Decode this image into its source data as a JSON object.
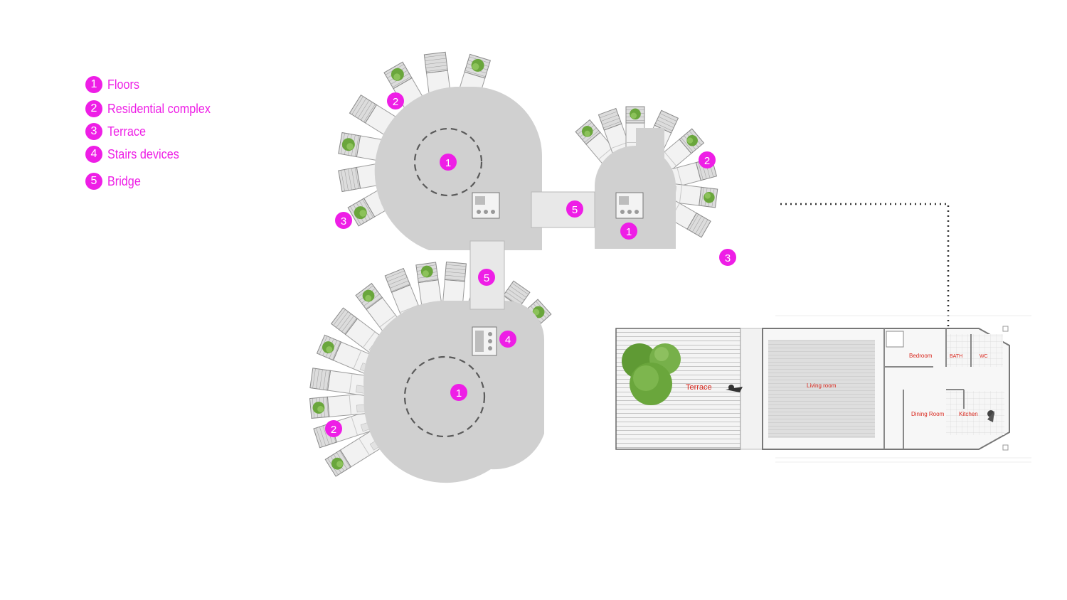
{
  "legend": {
    "items": [
      {
        "number": "1",
        "label": "Floors"
      },
      {
        "number": "2",
        "label": "Residential complex"
      },
      {
        "number": "3",
        "label": "Terrace"
      },
      {
        "number": "4",
        "label": "Stairs devices"
      },
      {
        "number": "5",
        "label": "Bridge"
      }
    ]
  },
  "markers": {
    "floors_1": "1",
    "floors_2": "1",
    "floors_3": "1",
    "residential_1": "2",
    "residential_2": "2",
    "residential_3": "2",
    "terrace_1": "3",
    "terrace_2": "3",
    "stairs_1": "4",
    "bridge_1": "5",
    "bridge_2": "5"
  },
  "unit_plan": {
    "terrace": "Terrace",
    "living_room": "Living room",
    "bedroom": "Bedroom",
    "bath": "BATH",
    "wc": "WC",
    "dining_room": "Dining Room",
    "kitchen": "Kitchen"
  },
  "colors": {
    "marker": "#ee1ee6",
    "floor_plate": "#d0d0d0",
    "unit": "#f2f2f2",
    "room_label": "#d9281e",
    "tree": "#6fa642"
  }
}
